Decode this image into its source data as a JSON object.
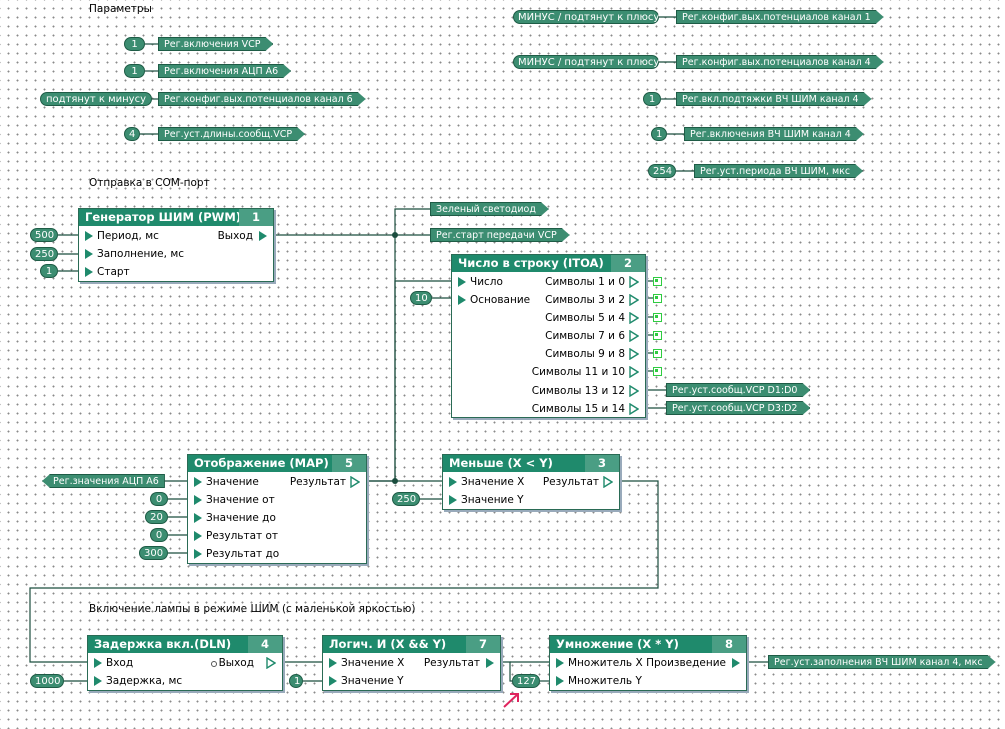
{
  "section_params": "Параметры",
  "section_com": "Отправка в COM-порт",
  "section_lamp": "Включение лампы в режиме ШИМ (с маленькой яркостью)",
  "params_left": [
    {
      "const": "1",
      "tag": "Рег.включения VCP"
    },
    {
      "const": "1",
      "tag": "Рег.включения АЦП А6"
    },
    {
      "const": "подтянут к минусу",
      "tag": "Рег.конфиг.вых.потенциалов канал 6"
    },
    {
      "const": "4",
      "tag": "Рег.уст.длины.сообщ.VCP"
    }
  ],
  "params_right": [
    {
      "const": "МИНУС / подтянут к плюсу",
      "tag": "Рег.конфиг.вых.потенциалов канал 1"
    },
    {
      "const": "МИНУС / подтянут к плюсу",
      "tag": "Рег.конфиг.вых.потенциалов канал 4"
    },
    {
      "const": "1",
      "tag": "Рег.вкл.подтяжки ВЧ ШИМ канал 4"
    },
    {
      "const": "1",
      "tag": "Рег.включения ВЧ ШИМ канал 4"
    },
    {
      "const": "254",
      "tag": "Рег.уст.периода ВЧ ШИМ, мкс"
    }
  ],
  "block1": {
    "title": "Генератор ШИМ (PWM)",
    "num": "1",
    "inputs": [
      "Период, мс",
      "Заполнение, мс",
      "Старт"
    ],
    "input_consts": [
      "500",
      "250",
      "1"
    ],
    "output": "Выход"
  },
  "tag_green_led": "Зеленый светодиод",
  "tag_vcp_start": "Рег.старт передачи VCP",
  "block2": {
    "title": "Число в строку (ITOA)",
    "num": "2",
    "inputs": [
      "Число",
      "Основание"
    ],
    "input_const": "10",
    "outputs": [
      "Символы 1 и 0",
      "Символы 3 и 2",
      "Символы 5 и 4",
      "Символы 7 и 6",
      "Символы 9 и 8",
      "Символы 11 и 10",
      "Символы 13 и 12",
      "Символы 15 и 14"
    ],
    "out_tags": [
      "Рег.уст.сообщ.VCP D1:D0",
      "Рег.уст.сообщ.VCP D3:D2"
    ]
  },
  "block5": {
    "title": "Отображение (MAP)",
    "num": "5",
    "inputs": [
      "Значение",
      "Значение от",
      "Значение до",
      "Результат от",
      "Результат до"
    ],
    "input_tag": "Рег.значения АЦП А6",
    "input_consts": [
      "0",
      "20",
      "0",
      "300"
    ],
    "output": "Результат"
  },
  "block3": {
    "title": "Меньше (X < Y)",
    "num": "3",
    "inputs": [
      "Значение X",
      "Значение Y"
    ],
    "input_const": "250",
    "output": "Результат"
  },
  "block4": {
    "title": "Задержка вкл.(DLN)",
    "num": "4",
    "inputs": [
      "Вход",
      "Задержка, мс"
    ],
    "input_const": "1000",
    "output": "Выход"
  },
  "block7": {
    "title": "Логич. И (X && Y)",
    "num": "7",
    "inputs": [
      "Значение X",
      "Значение Y"
    ],
    "input_const": "1",
    "output": "Результат"
  },
  "block8": {
    "title": "Умножение (X * Y)",
    "num": "8",
    "inputs": [
      "Множитель X",
      "Множитель Y"
    ],
    "input_const": "127",
    "output": "Произведение",
    "out_tag": "Рег.уст.заполнения ВЧ ШИМ канал 4, мкс"
  },
  "colors": {
    "block_header": "#1f8a6c",
    "number_cell": "#4a9e84",
    "const_fill": "#3c8d71",
    "cursor_arrow": "#e0245e"
  }
}
